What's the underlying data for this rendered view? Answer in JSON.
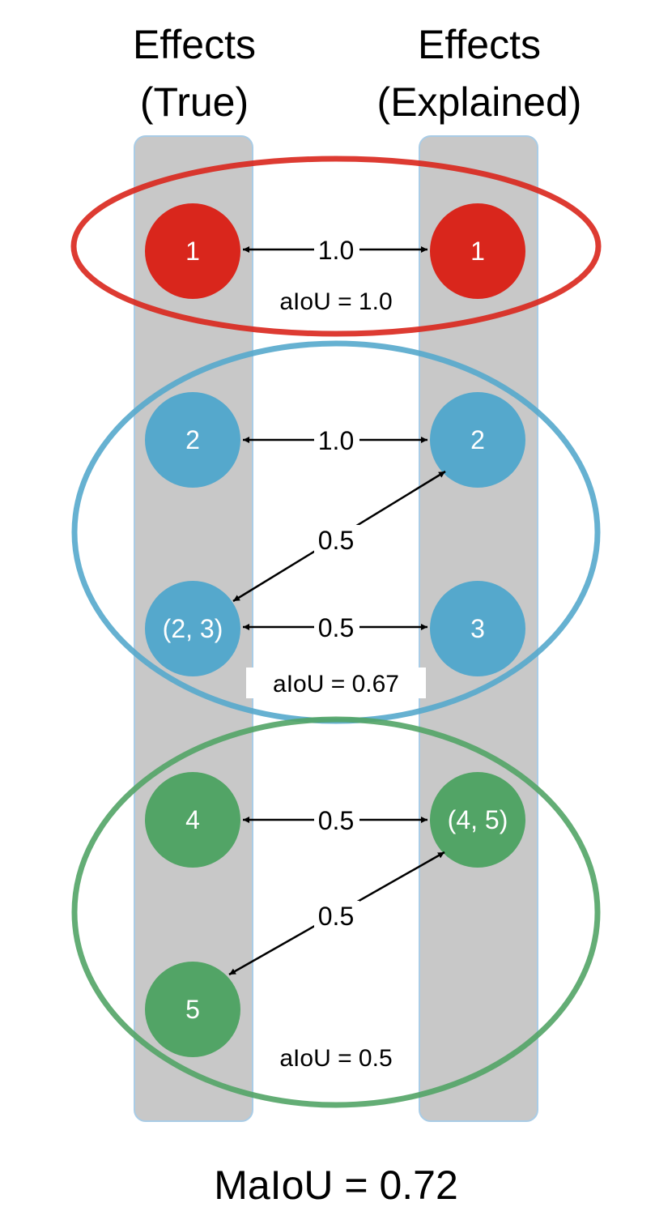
{
  "columns": {
    "true": {
      "line1": "Effects",
      "line2": "(True)"
    },
    "explained": {
      "line1": "Effects",
      "line2": "(Explained)"
    }
  },
  "colors": {
    "red": "#d9261c",
    "blue": "#55a8cc",
    "green": "#52a466",
    "column_fill": "#c8c8c8",
    "column_stroke": "#a9cce6"
  },
  "groups": {
    "red": {
      "aiou": "aIoU = 1.0"
    },
    "blue": {
      "aiou": "aIoU = 0.67"
    },
    "green": {
      "aiou": "aIoU = 0.5"
    }
  },
  "nodes": {
    "t1": "1",
    "t2": "2",
    "t23": "(2, 3)",
    "t4": "4",
    "t5": "5",
    "e1": "1",
    "e2": "2",
    "e3": "3",
    "e45": "(4, 5)"
  },
  "edges": {
    "t1_e1": "1.0",
    "t2_e2": "1.0",
    "t23_e2": "0.5",
    "t23_e3": "0.5",
    "t4_e45": "0.5",
    "t5_e45": "0.5"
  },
  "summary": {
    "maiou": "MaIoU = 0.72"
  }
}
